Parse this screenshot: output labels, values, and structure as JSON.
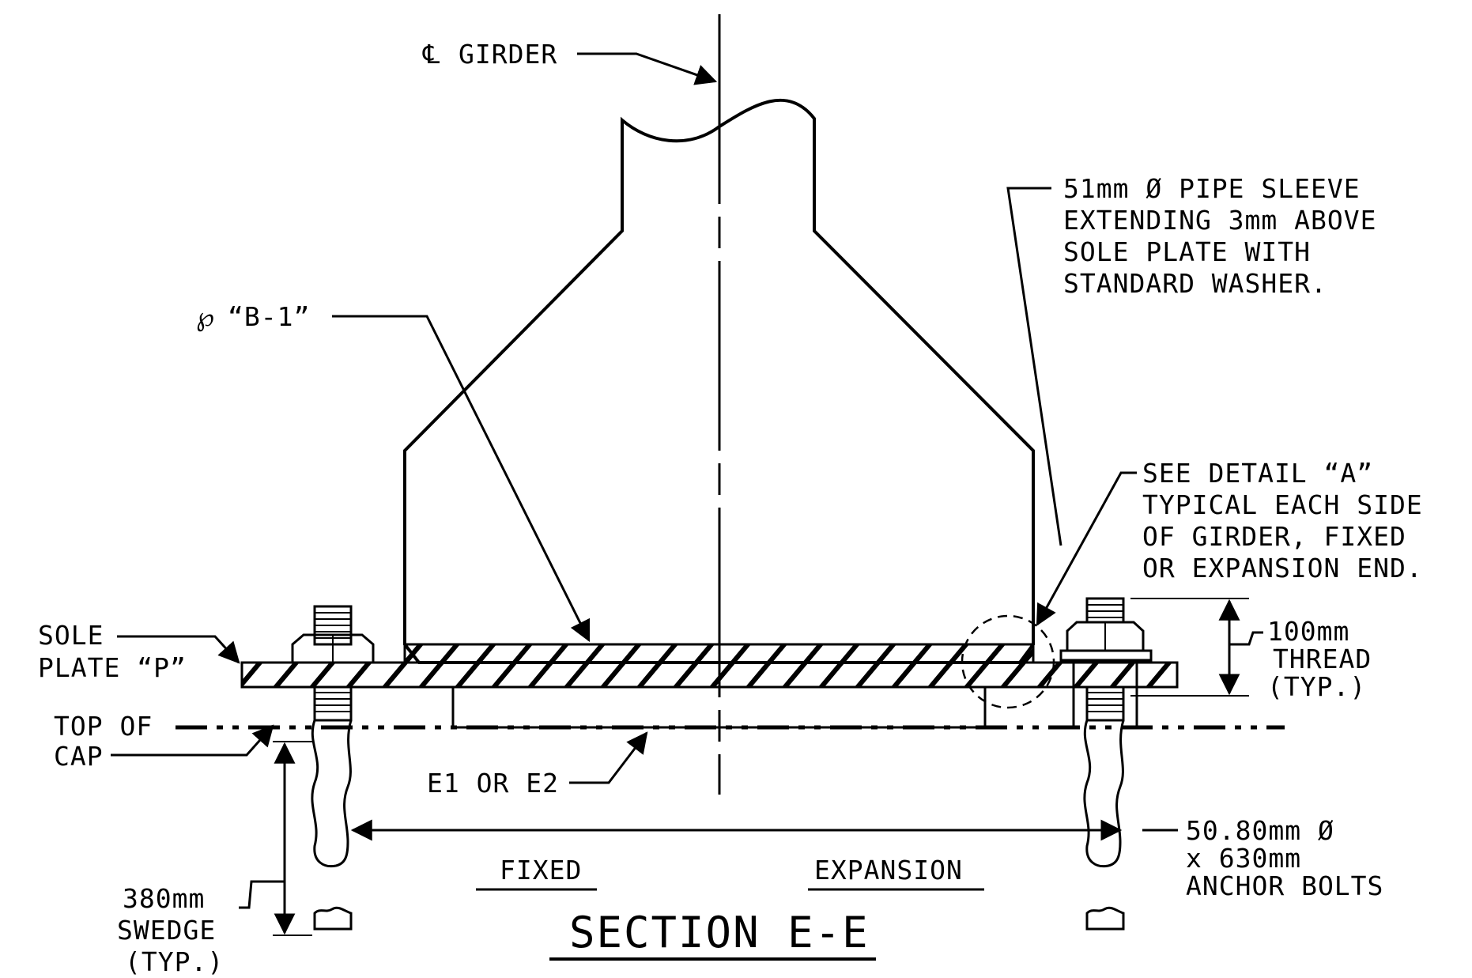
{
  "labels": {
    "cl_girder": "GIRDER",
    "cl_symbol": "℄",
    "pl_symbol": "℘",
    "plate_b1": "“B-1”",
    "pipe_sleeve": [
      "51mm  Ø PIPE SLEEVE",
      "EXTENDING 3mm ABOVE",
      "SOLE PLATE WITH",
      "STANDARD WASHER."
    ],
    "see_detail": [
      "SEE DETAIL “A”",
      "TYPICAL EACH SIDE",
      "OF GIRDER, FIXED",
      "OR EXPANSION END."
    ],
    "sole_plate": [
      "SOLE",
      "PLATE “P”"
    ],
    "top_of_cap": [
      "TOP OF",
      "CAP"
    ],
    "thread": [
      "100mm",
      "THREAD",
      "(TYP.)"
    ],
    "e1_e2": "E1 OR E2",
    "anchor_bolts": [
      "50.80mm Ø",
      "x 630mm",
      "ANCHOR BOLTS"
    ],
    "swedge": [
      "380mm",
      "SWEDGE",
      "(TYP.)"
    ],
    "fixed": "FIXED",
    "expansion": "EXPANSION",
    "section_title": "SECTION E-E"
  }
}
